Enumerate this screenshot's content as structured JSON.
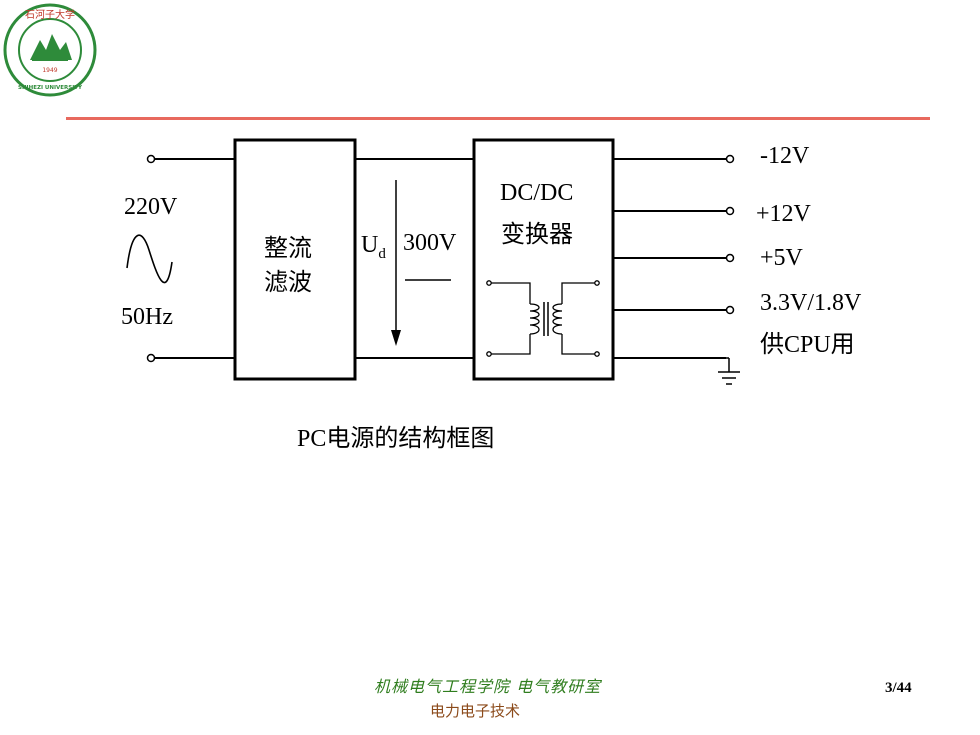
{
  "logo": {
    "top_text": "石河子大学",
    "year": "1949",
    "bottom_text": "SHIHEZI UNIVERSITY",
    "ring_color": "#2e8b3a"
  },
  "divider_color": "#e8695e",
  "diagram": {
    "input_voltage": "220V",
    "input_freq": "50Hz",
    "rectifier_line1": "整流",
    "rectifier_line2": "滤波",
    "ud_main": "U",
    "ud_sub": "d",
    "dc_voltage": "300V",
    "converter_line1": "DC/DC",
    "converter_line2": "变换器",
    "outputs": [
      "-12V",
      "+12V",
      "+5V",
      "3.3V/1.8V"
    ],
    "cpu_note": "供CPU用",
    "caption": "PC电源的结构框图"
  },
  "footer": {
    "school": "机械电气工程学院 电气教研室",
    "course": "电力电子技术",
    "page": "3/44",
    "school_color": "#2f7d1e",
    "course_color": "#8b4a1a"
  }
}
